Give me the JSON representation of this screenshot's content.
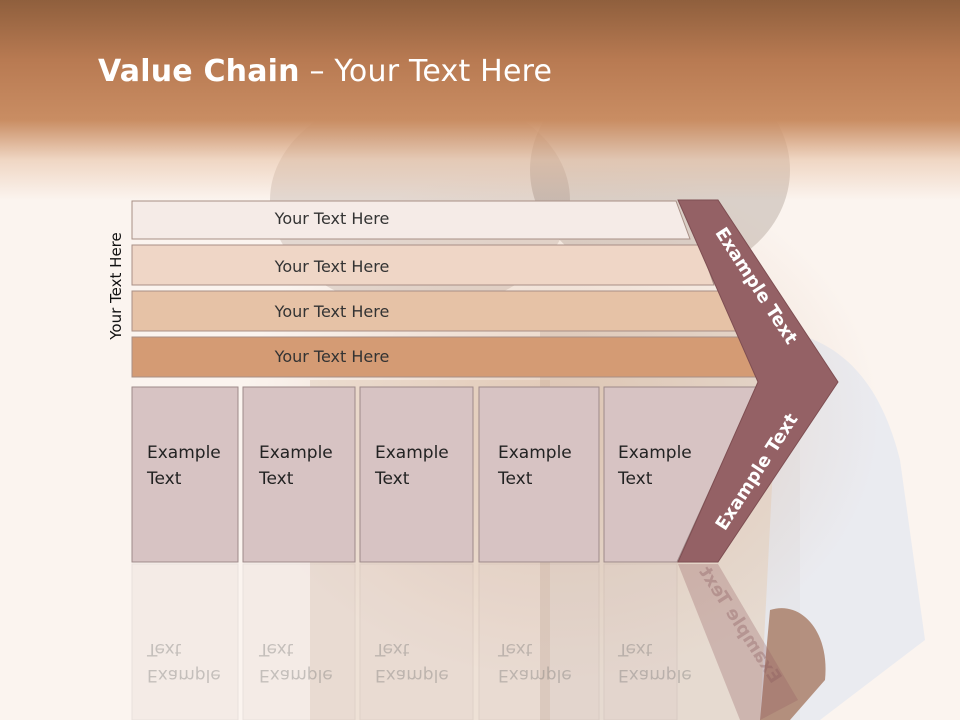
{
  "slide": {
    "title_bold": "Value Chain",
    "title_rest": " – Your Text Here",
    "side_label": "Your Text Here"
  },
  "rows": [
    {
      "label": "Your Text Here",
      "color": "#f5ebe7"
    },
    {
      "label": "Your Text Here",
      "color": "#efd6c6"
    },
    {
      "label": "Your Text Here",
      "color": "#e6c2a6"
    },
    {
      "label": "Your Text Here",
      "color": "#d49b74"
    }
  ],
  "columns": [
    {
      "label": "Example\nText"
    },
    {
      "label": "Example\nText"
    },
    {
      "label": "Example\nText"
    },
    {
      "label": "Example\nText"
    },
    {
      "label": "Example\nText"
    }
  ],
  "chevron": {
    "upper_label": "Example Text",
    "lower_label": "Example Text",
    "color": "#946165"
  },
  "colors": {
    "column_fill": "#d7c3c3",
    "column_border": "#9e8a8a"
  }
}
